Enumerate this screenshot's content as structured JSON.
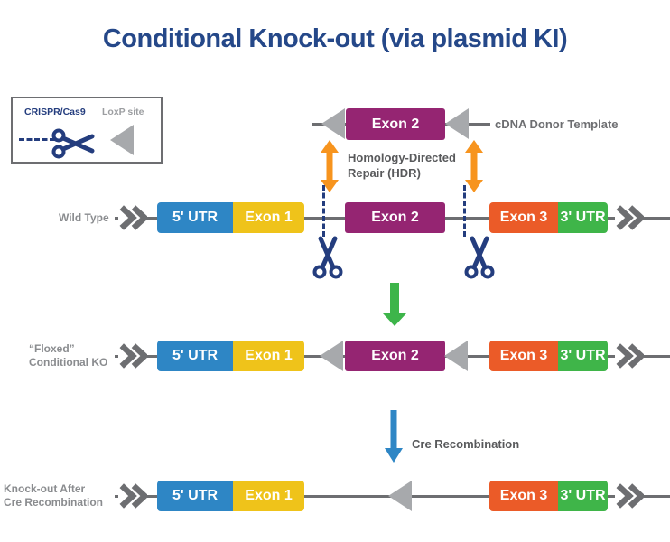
{
  "title": "Conditional Knock-out (via plasmid KI)",
  "legend": {
    "crispr_label": "CRISPR/Cas9",
    "loxp_label": "LoxP site"
  },
  "donor": {
    "segment": "Exon 2",
    "label": "cDNA Donor Template"
  },
  "hdr": {
    "line1": "Homology-Directed",
    "line2": "Repair (HDR)"
  },
  "cre": {
    "label": "Cre Recombination"
  },
  "rows": {
    "wild_type": {
      "label": "Wild Type",
      "segments": {
        "utr5": "5' UTR",
        "exon1": "Exon 1",
        "exon2": "Exon 2",
        "exon3": "Exon 3",
        "utr3": "3' UTR"
      }
    },
    "floxed": {
      "label_line1": "“Floxed”",
      "label_line2": "Conditional KO",
      "segments": {
        "utr5": "5' UTR",
        "exon1": "Exon 1",
        "exon2": "Exon 2",
        "exon3": "Exon 3",
        "utr3": "3' UTR"
      }
    },
    "knockout": {
      "label_line1": "Knock-out After",
      "label_line2": "Cre Recombination",
      "segments": {
        "utr5": "5' UTR",
        "exon1": "Exon 1",
        "exon3": "Exon 3",
        "utr3": "3' UTR"
      }
    }
  },
  "colors": {
    "title": "#254889",
    "navy": "#243D7E",
    "line": "#6D6E71",
    "loxp": "#A7A9AC",
    "loxplabel": "#9C9EA1",
    "rowlabel": "#8A8C8F",
    "midlabel": "#6D6E71",
    "annot": "#58595B",
    "utr5": "#2E86C5",
    "exon1": "#EFC31A",
    "exon2": "#952572",
    "exon3": "#EB5B28",
    "utr3": "#3FB549",
    "hdrarrow": "#F7941E",
    "greenarrow": "#3DB54A",
    "bluearrow": "#2E86C5"
  }
}
